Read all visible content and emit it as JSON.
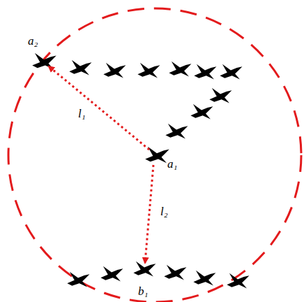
{
  "diagram": {
    "labels": [
      "a₂",
      "a₁",
      "b₁",
      "l₁",
      "l₂"
    ]
  }
}
